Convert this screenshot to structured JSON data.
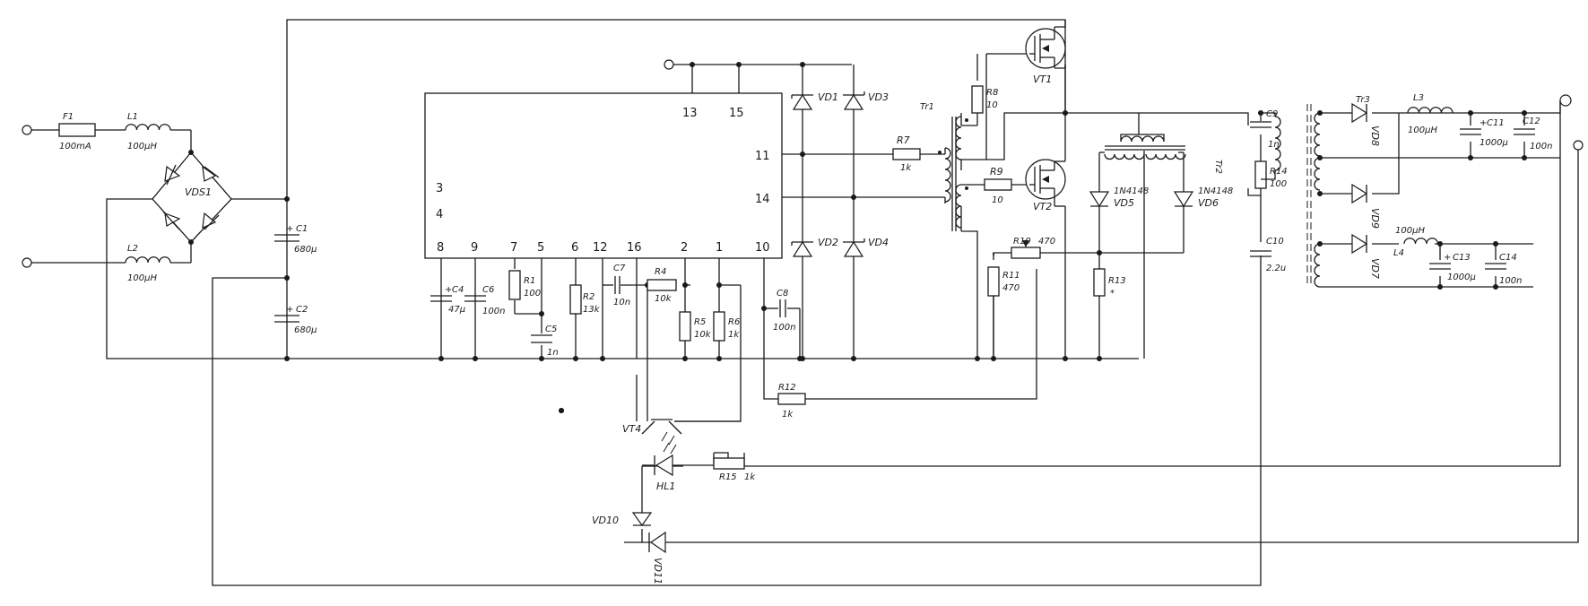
{
  "components": {
    "F1": {
      "ref": "F1",
      "value": "100mA"
    },
    "L1": {
      "ref": "L1",
      "value": "100µH"
    },
    "L2": {
      "ref": "L2",
      "value": "100µH"
    },
    "VDS1": {
      "ref": "VDS1"
    },
    "C1": {
      "ref": "C1",
      "value": "680µ"
    },
    "C2": {
      "ref": "C2",
      "value": "680µ"
    },
    "C4": {
      "ref": "C4",
      "value": "47µ"
    },
    "C6": {
      "ref": "C6",
      "value": "100n"
    },
    "R1": {
      "ref": "R1",
      "value": "100"
    },
    "C5": {
      "ref": "C5",
      "value": "1n"
    },
    "R2": {
      "ref": "R2",
      "value": "13k"
    },
    "C7": {
      "ref": "C7",
      "value": "10n"
    },
    "R4": {
      "ref": "R4",
      "value": "10k"
    },
    "R5": {
      "ref": "R5",
      "value": "10k"
    },
    "R6": {
      "ref": "R6",
      "value": "1k"
    },
    "C8": {
      "ref": "C8",
      "value": "100n"
    },
    "R12": {
      "ref": "R12",
      "value": "1k"
    },
    "VD1": {
      "ref": "VD1"
    },
    "VD2": {
      "ref": "VD2"
    },
    "VD3": {
      "ref": "VD3"
    },
    "VD4": {
      "ref": "VD4"
    },
    "R7": {
      "ref": "R7",
      "value": "1k"
    },
    "R8": {
      "ref": "R8",
      "value": "10"
    },
    "R9": {
      "ref": "R9",
      "value": "10"
    },
    "Tr1": {
      "ref": "Tr1"
    },
    "VT1": {
      "ref": "VT1"
    },
    "VT2": {
      "ref": "VT2"
    },
    "R10": {
      "ref": "R10",
      "value": "470"
    },
    "R11": {
      "ref": "R11",
      "value": "470"
    },
    "R13": {
      "ref": "R13",
      "value": "*"
    },
    "VD5": {
      "ref": "VD5",
      "value": "1N4148"
    },
    "VD6": {
      "ref": "VD6",
      "value": "1N4148"
    },
    "Tr2": {
      "ref": "Tr2"
    },
    "C9": {
      "ref": "C9",
      "value": "1n"
    },
    "R14": {
      "ref": "R14",
      "value": "100"
    },
    "C10": {
      "ref": "C10",
      "value": "2.2u"
    },
    "Tr3": {
      "ref": "Tr3"
    },
    "VD8": {
      "ref": "VD8"
    },
    "VD9": {
      "ref": "VD9"
    },
    "VD7": {
      "ref": "VD7"
    },
    "L3": {
      "ref": "L3",
      "value": "100µH"
    },
    "L4": {
      "ref": "L4",
      "value": "100µH"
    },
    "C11": {
      "ref": "C11",
      "value": "1000µ"
    },
    "C12": {
      "ref": "C12",
      "value": "100n"
    },
    "C13": {
      "ref": "C13",
      "value": "1000µ"
    },
    "C14": {
      "ref": "C14",
      "value": "100n"
    },
    "VT4": {
      "ref": "VT4"
    },
    "HL1": {
      "ref": "HL1"
    },
    "R15": {
      "ref": "R15",
      "value": "1k"
    },
    "VD10": {
      "ref": "VD10"
    },
    "VD11": {
      "ref": "VD11"
    }
  },
  "ic_pins": {
    "p13": "13",
    "p15": "15",
    "p11": "11",
    "p14": "14",
    "p3": "3",
    "p4": "4",
    "p8": "8",
    "p9": "9",
    "p7": "7",
    "p5": "5",
    "p6": "6",
    "p12": "12",
    "p16": "16",
    "p2": "2",
    "p1": "1",
    "p10": "10"
  },
  "polarity_mark": "+"
}
